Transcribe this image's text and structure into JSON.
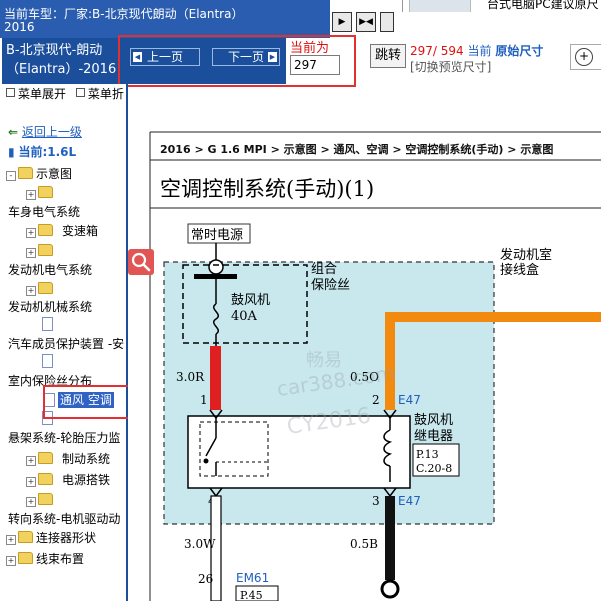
{
  "window": {
    "title_line1": "当前车型：厂家:B-北京现代朗动（Elantra）",
    "title_line2": "2016"
  },
  "ad": {
    "text": "台式电脑PC建议原尺"
  },
  "car": {
    "line1": "B-北京现代-朗动",
    "line2": "（Elantra）-2016"
  },
  "nav": {
    "prev_label": "上一页",
    "next_label": "下一页",
    "current_label": "当前为",
    "page_value": "297",
    "jump_label": "跳转",
    "page_count": "297/ 594",
    "current_word": "当前",
    "original_size": "原始尺寸",
    "switch_label": "[切换预览尺寸]"
  },
  "menu": {
    "expand": "菜单展开",
    "collapse": "菜单折"
  },
  "sidebar": {
    "back": "返回上一级",
    "engine": "当前:1.6L",
    "items": {
      "schematic": "示意图",
      "body_elec": "车身电气系统",
      "transmission": "变速箱",
      "engine_elec": "发动机电气系统",
      "engine_mech": "发动机机械系统",
      "occupant": "汽车成员保护装置 -安",
      "fuse": "室内保险丝分布",
      "hvac": "通风 空调",
      "suspension": "悬架系统-轮胎压力监",
      "brake": "制动系统",
      "power": "电源搭铁",
      "steering": "转向系统-电机驱动动",
      "connector": "连接器形状",
      "harness": "线束布置"
    }
  },
  "diagram": {
    "breadcrumb": "2016 > G 1.6 MPI > 示意图 > 通风、空调 > 空调控制系统(手动) > 示意图",
    "title": "空调控制系统(手动)(1)",
    "power_label": "常时电源",
    "fuse_group_1": "组合",
    "fuse_group_2": "保险丝",
    "fuse_name": "鼓风机",
    "fuse_rating": "40A",
    "junction_1": "发动机室",
    "junction_2": "接线盒",
    "wire_left_top": "3.0R",
    "wire_right_top": "0.5O",
    "pin1": "1",
    "pin2": "2",
    "pin3": "3",
    "pin4": "4",
    "conn_e47_top": "E47",
    "conn_e47_bot": "E47",
    "relay_1": "鼓风机",
    "relay_2": "继电器",
    "ref_1": "P.13",
    "ref_2": "C.20-8",
    "wire_left_bot": "3.0W",
    "wire_right_bot": "0.5B",
    "pin26": "26",
    "conn_em61": "EM61",
    "ref_3": "P.45",
    "wm1": "畅易",
    "wm2": "car388.com",
    "wm3": "CY2016"
  },
  "colors": {
    "title_bar": "#2a5db0",
    "nav_panel": "#1b4f9c",
    "highlight_box": "#e03030",
    "junction_fill": "#c8e8ee",
    "wire_red": "#e02020",
    "wire_orange": "#f28a10",
    "wire_black": "#111111"
  },
  "icons": [
    "play-icon",
    "skip-icon",
    "zoom-icon",
    "folder-icon",
    "document-icon",
    "back-arrow-icon",
    "database-icon",
    "search-icon"
  ]
}
